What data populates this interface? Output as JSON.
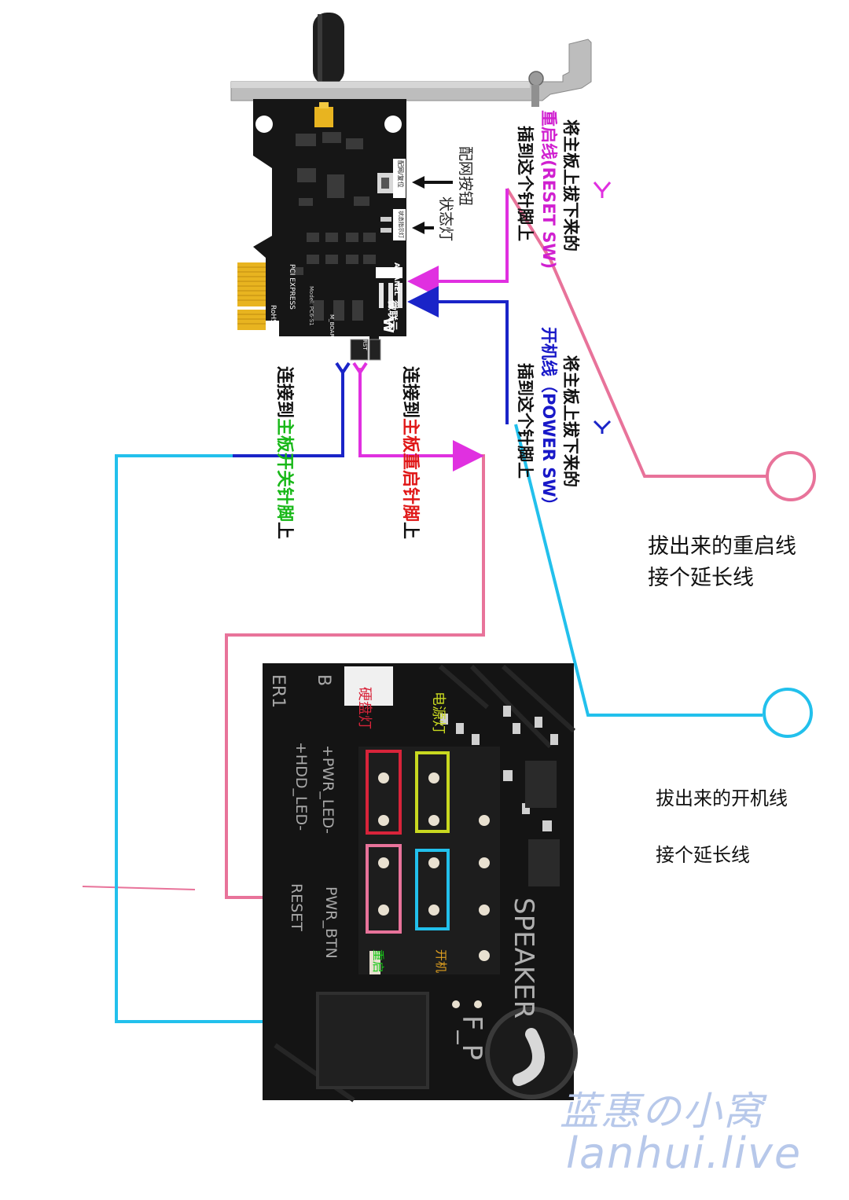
{
  "card": {
    "panel_label": "A PANEL",
    "model_line": "Model: PC6-S1",
    "brand": "微联云",
    "pins_label": "M_BOARD",
    "pin_rst": "RST",
    "pin_pwr": "PWR",
    "pci_label": "PCI EXPRESS",
    "rohs_label": "RoHS",
    "button_label": "配网/复位",
    "led_label": "状态指示灯"
  },
  "annotations": {
    "pairing_button": "配网按钮",
    "status_light": "状态灯",
    "reset_instruction": {
      "line1": "将主板上拔下来的",
      "line2_a": "重启线",
      "line2_b": "(RESET SW)",
      "line3": "插到这个针脚上"
    },
    "power_instruction": {
      "line1": "将主板上拔下来的",
      "line2_a": "开机线",
      "line2_b": "（POWER SW）",
      "line3": "插到这个针脚上"
    },
    "connect_power": {
      "a": "连接到",
      "b": "主板开关针脚",
      "c": "上"
    },
    "connect_reset": {
      "a": "连接到",
      "b": "主板重启针脚",
      "c": "上"
    },
    "reset_extension": [
      "拔出来的重启线",
      "接个延长线"
    ],
    "power_extension": [
      "拔出来的开机线",
      "接个延长线"
    ]
  },
  "motherboard": {
    "hdd_led_cn": "硬盘灯",
    "power_led_cn": "电源灯",
    "reset_cn": "重启",
    "power_cn": "开机",
    "silk_pwr_led": "+PWR_LED-",
    "silk_hdd_led": "+HDD_LED-",
    "silk_pwr_btn": "PWR_BTN",
    "silk_reset": "RESET",
    "silk_speaker": "SPEAKER",
    "silk_fp": "F_P",
    "silk_er": "ER1",
    "silk_b": "B"
  },
  "watermark": {
    "line1": "蓝惠の小窝",
    "line2": "lanhui.live"
  },
  "colors": {
    "reset_wire": "#e8739a",
    "power_wire": "#22c0ec",
    "arrow_magenta": "#e030e0",
    "arrow_blue": "#1a24c8",
    "reset_text": "#d020d0",
    "power_text": "#1818c8",
    "green_text": "#18b818",
    "red_text": "#e01818",
    "board_black": "#161616",
    "bracket_gray": "#b8b8b8",
    "gold": "#e8b420"
  }
}
